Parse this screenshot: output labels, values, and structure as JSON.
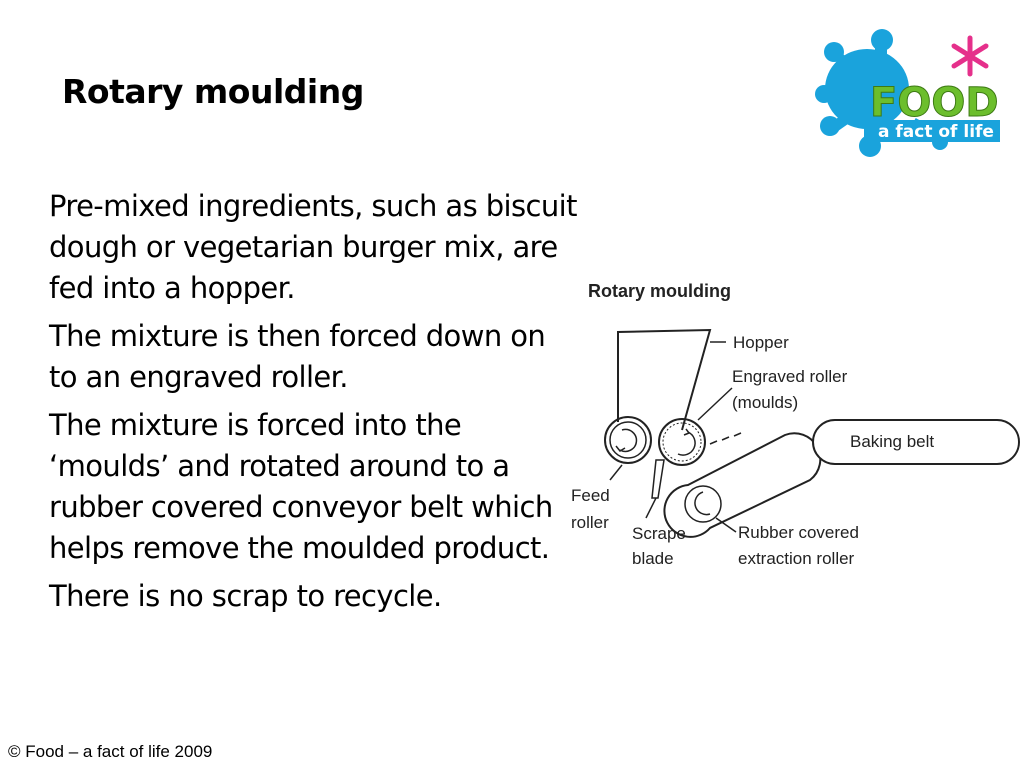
{
  "slide": {
    "title": "Rotary moulding",
    "paragraphs": [
      "Pre-mixed ingredients, such as biscuit dough or vegetarian burger mix, are fed into a hopper.",
      "The mixture is then forced down on to an engraved roller.",
      "The mixture is forced into the ‘moulds’ and rotated around to a rubber covered conveyor belt which helps remove the moulded product.",
      "There is no scrap to recycle."
    ],
    "footer": "© Food – a fact of life 2009"
  },
  "logo": {
    "word": "FOOD",
    "tagline": "a fact of life",
    "colors": {
      "splash": "#1aa3dc",
      "word": "#6cbe2c",
      "tagline_bg": "#1aa3dc",
      "star": "#e5308b"
    }
  },
  "diagram": {
    "title": "Rotary moulding",
    "labels": {
      "hopper": "Hopper",
      "engraved_line1": "Engraved roller",
      "engraved_line2": "(moulds)",
      "baking_belt": "Baking belt",
      "feed_line1": "Feed",
      "feed_line2": "roller",
      "scrape_line1": "Scrape",
      "scrape_line2": "blade",
      "rubber_line1": "Rubber covered",
      "rubber_line2": "extraction roller"
    }
  }
}
